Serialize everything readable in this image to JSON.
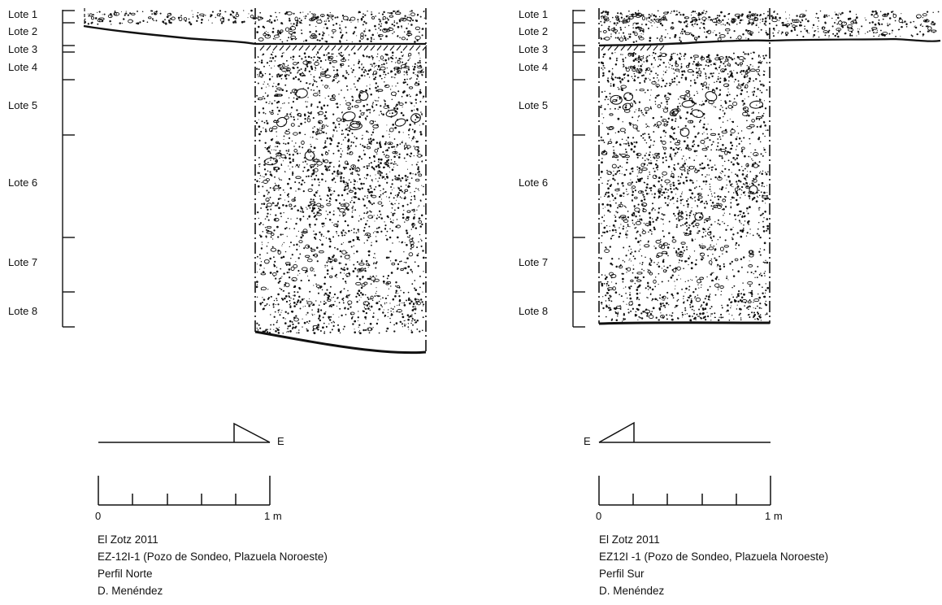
{
  "lot_labels": [
    "Lote 1",
    "Lote 2",
    "Lote 3",
    "Lote 4",
    "Lote 5",
    "Lote 6",
    "Lote 7",
    "Lote 8"
  ],
  "north_profile": {
    "orientation_label": "E",
    "scale_start": "0",
    "scale_end": "1 m",
    "caption": [
      "El Zotz 2011",
      "EZ-12I-1 (Pozo de Sondeo, Plazuela Noroeste)",
      "Perfil Norte",
      "D. Menéndez"
    ]
  },
  "south_profile": {
    "orientation_label": "E",
    "scale_start": "0",
    "scale_end": "1 m",
    "caption": [
      "El Zotz 2011",
      "EZ12I -1 (Pozo de Sondeo, Plazuela Noroeste)",
      "Perfil Sur",
      "D. Menéndez"
    ]
  },
  "colors": {
    "ink": "#111111",
    "paper": "#ffffff"
  }
}
